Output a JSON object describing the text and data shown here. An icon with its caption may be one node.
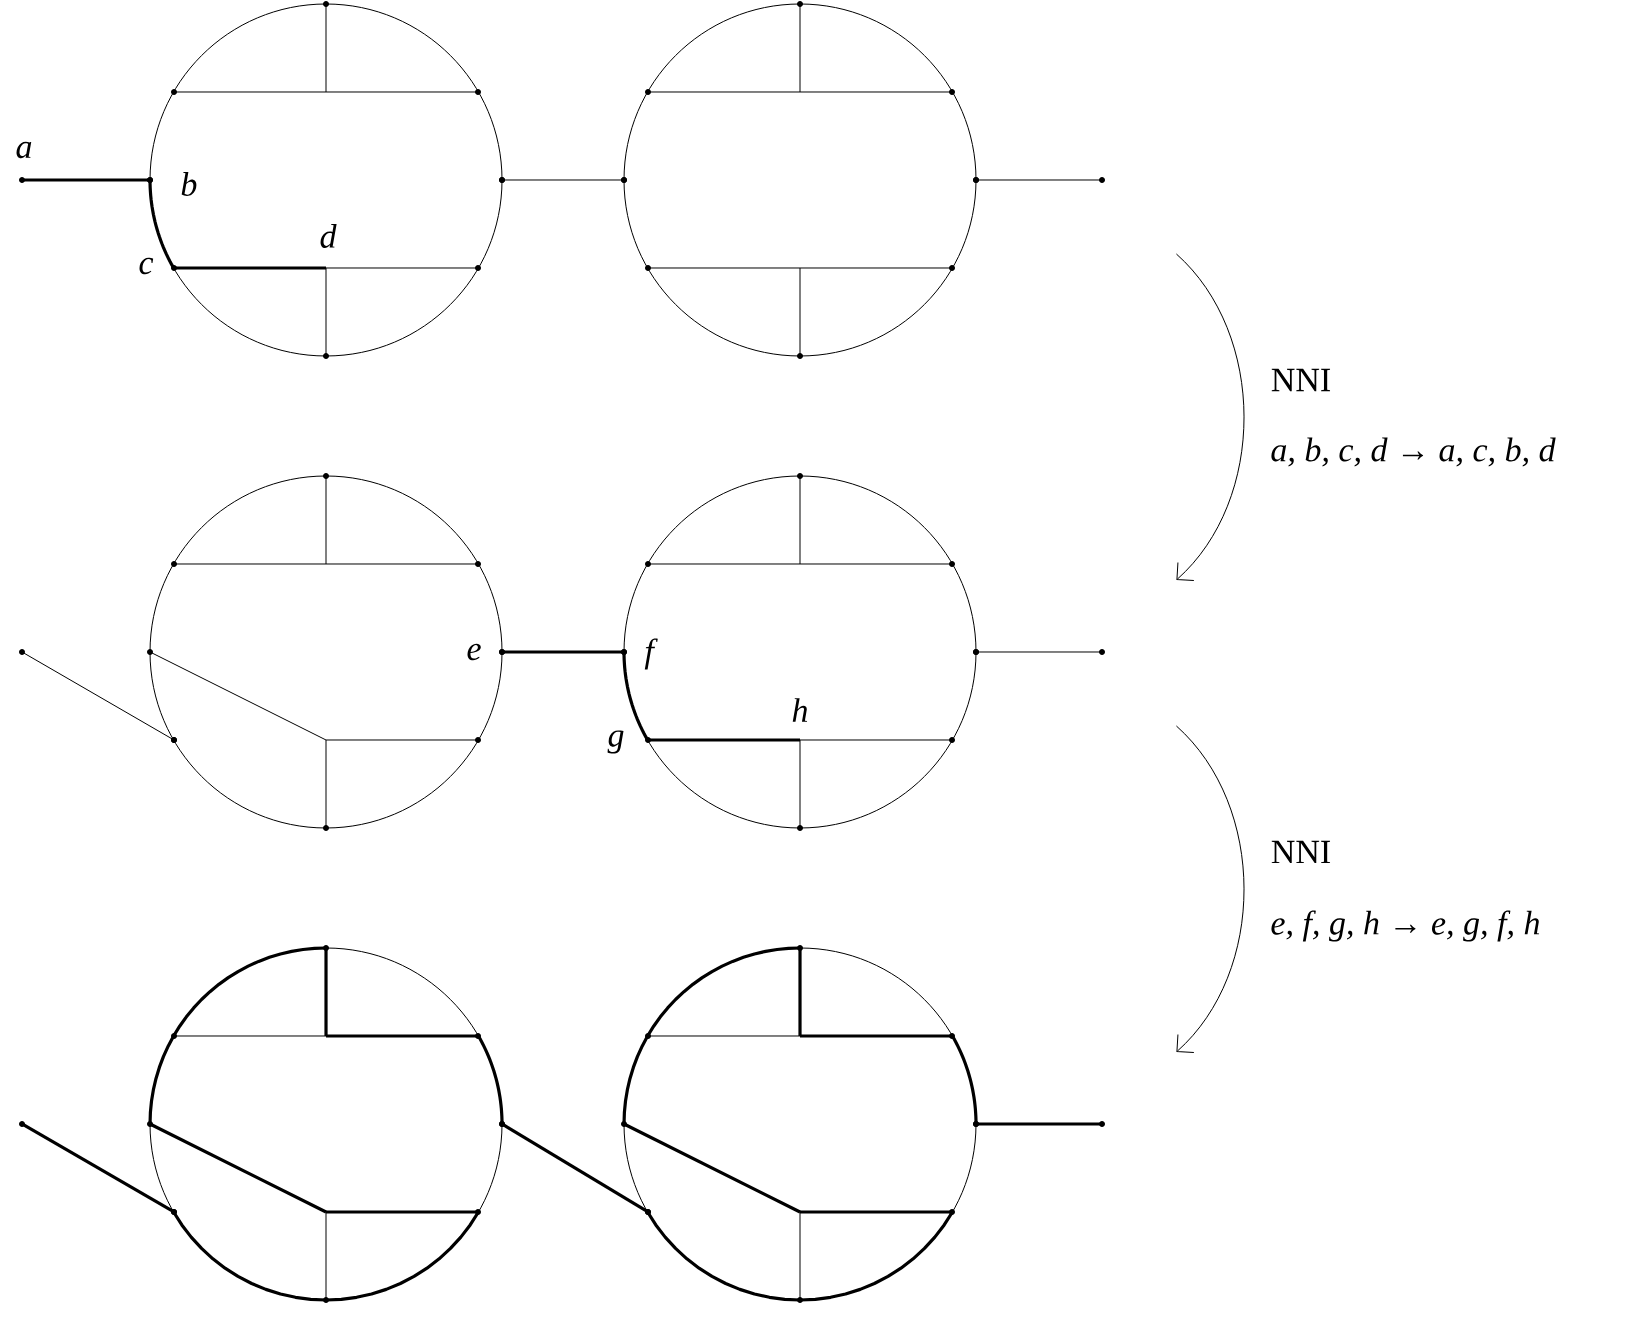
{
  "diagram": {
    "nodes": [
      {
        "text": [],
        "shape": "picture"
      },
      {
        "text": [],
        "shape": "picture"
      },
      {
        "text": [],
        "shape": "picture"
      }
    ],
    "edges": [
      {
        "from": 0,
        "to": 1,
        "arrow": "to",
        "label": "NNI"
      },
      {
        "from": 1,
        "to": 2,
        "arrow": "to",
        "label": "NNI"
      }
    ],
    "labels": [
      "a",
      "b",
      "c",
      "d",
      "a, b, c, d → a, c, b, d",
      "e",
      "f",
      "g",
      "h",
      "e, f, g, h → e, g, f, h"
    ]
  }
}
